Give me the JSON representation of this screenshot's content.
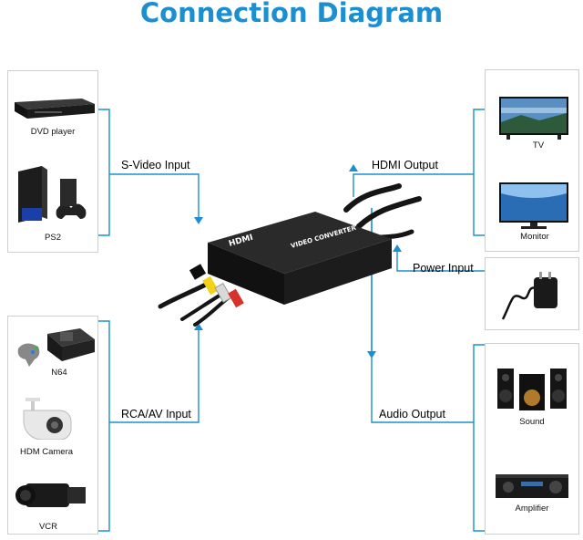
{
  "title": "Connection Diagram",
  "colors": {
    "accent": "#1c8fd0",
    "device": "#1a1a1a"
  },
  "left_groups": [
    {
      "items": [
        {
          "label": "DVD player",
          "icon": "dvd-player-icon"
        },
        {
          "label": "PS2",
          "icon": "ps2-console-icon"
        }
      ]
    },
    {
      "items": [
        {
          "label": "N64",
          "icon": "n64-console-icon"
        },
        {
          "label": "HDM Camera",
          "icon": "security-camera-icon"
        },
        {
          "label": "VCR",
          "icon": "camcorder-icon"
        }
      ]
    }
  ],
  "right_groups": [
    {
      "items": [
        {
          "label": "TV",
          "icon": "tv-icon"
        },
        {
          "label": "Monitor",
          "icon": "monitor-icon"
        }
      ]
    },
    {
      "items": [
        {
          "label": "Power Input",
          "icon": "power-adapter-icon"
        }
      ]
    },
    {
      "items": [
        {
          "label": "Sound",
          "icon": "speakers-icon"
        },
        {
          "label": "Amplifier",
          "icon": "amplifier-icon"
        }
      ]
    }
  ],
  "flows": {
    "svideo_input": "S-Video Input",
    "rca_input": "RCA/AV Input",
    "hdmi_output": "HDMI Output",
    "power_input": "Power Input",
    "audio_output": "Audio Output"
  },
  "device": {
    "brand": "HDMI",
    "model": "VIDEO CONVERTER"
  }
}
